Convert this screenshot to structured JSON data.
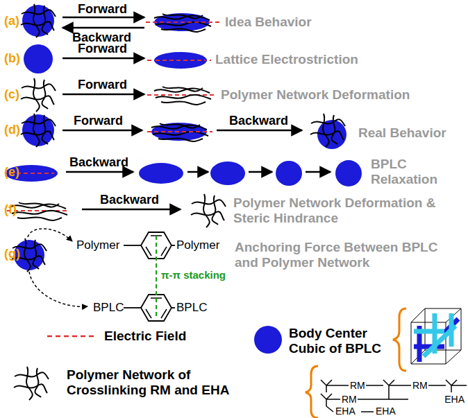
{
  "diagram": {
    "labels": [
      "(a)",
      "Forward",
      "Backward",
      "Idea Behavior",
      "(b)",
      "Forward",
      "Lattice Electrostriction",
      "(c)",
      "Forward",
      "Polymer Network Deformation",
      "(d)",
      "Forward",
      "Backward",
      "Real Behavior",
      "(e)",
      "Backward",
      "BPLC Relaxation",
      "(f)",
      "Backward",
      "Polymer Network Deformation & Steric Hindrance",
      "(g)",
      "Polymer",
      "Polymer",
      "π-π stacking",
      "BPLC",
      "BPLC",
      "Anchoring Force Between BPLC and Polymer Network",
      "RM",
      "RM",
      "RM",
      "EHA",
      "EHA",
      "EHA"
    ],
    "legend": [
      {
        "text": "Electric Field"
      },
      {
        "text": "Body Center Cubic of BPLC",
        "color": "#1b1bd9"
      },
      {
        "text": "Polymer Network of Crosslinking RM and EHA"
      }
    ]
  }
}
